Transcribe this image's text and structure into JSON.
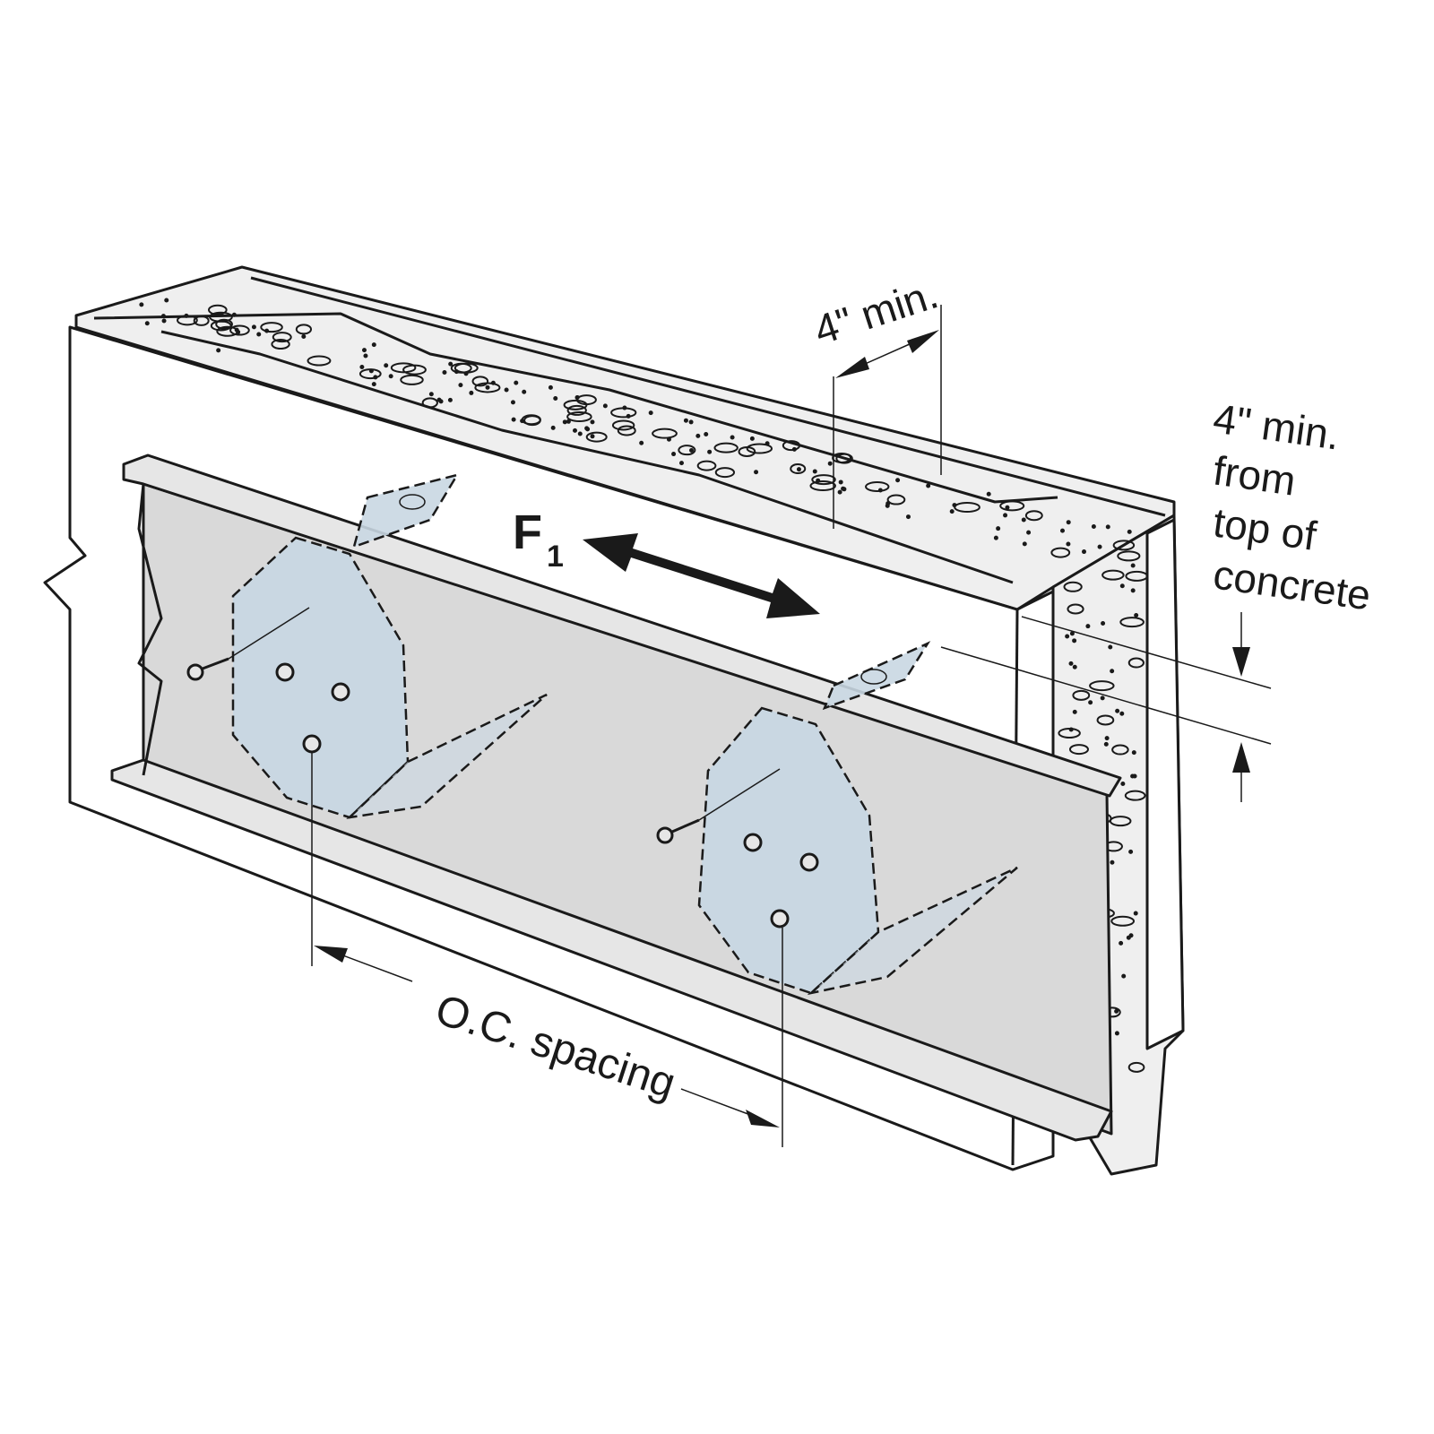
{
  "labels": {
    "force": "F",
    "force_sub": "1",
    "top_min": "4\" min.",
    "edge_line1": "4\" min.",
    "edge_line2": "from",
    "edge_line3": "top of",
    "edge_line4": "concrete",
    "spacing": "O.C. spacing"
  },
  "colors": {
    "concrete": "#efefef",
    "wall_face": "#ffffff",
    "ledger": "#d9d9d9",
    "ledger_flange": "#e6e6e6",
    "plate": "#c9d7e2",
    "ink": "#1a1a1a"
  }
}
